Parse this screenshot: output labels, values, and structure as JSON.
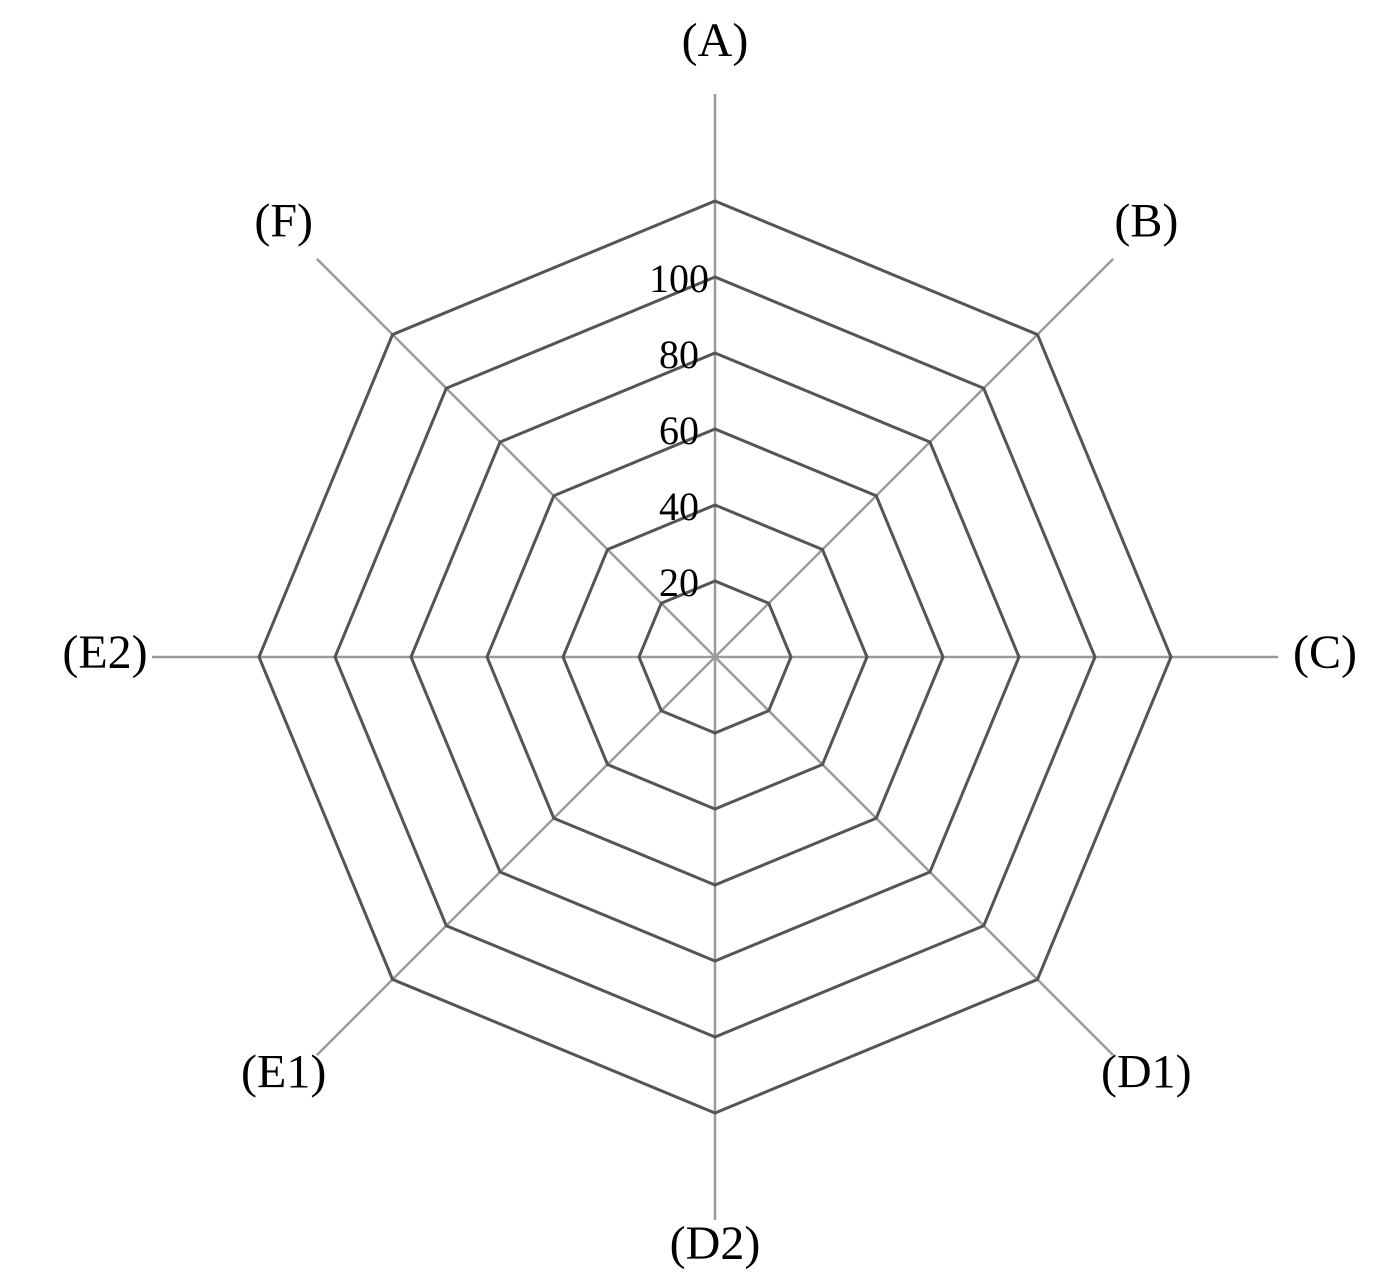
{
  "chart_data": {
    "type": "radar",
    "axes": [
      "(A)",
      "(B)",
      "(C)",
      "(D1)",
      "(D2)",
      "(E1)",
      "(E2)",
      "(F)"
    ],
    "tick_labels": [
      "20",
      "40",
      "60",
      "80",
      "100"
    ],
    "ticks": [
      20,
      40,
      60,
      80,
      100
    ],
    "grid_rings": [
      20,
      40,
      60,
      80,
      100,
      120
    ],
    "rlim": [
      0,
      120
    ],
    "grid": true,
    "series": [],
    "colors": {
      "spoke": "#9a9a9a",
      "ring": "#555555",
      "text": "#000000"
    }
  }
}
